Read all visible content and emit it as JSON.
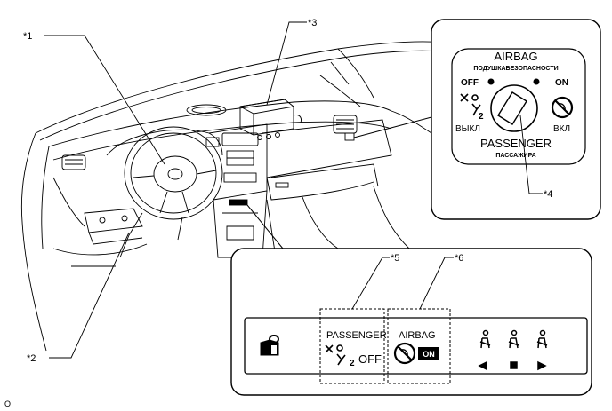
{
  "callouts": {
    "c1": "*1",
    "c2": "*2",
    "c3": "*3",
    "c4": "*4",
    "c5": "*5",
    "c6": "*6"
  },
  "switch_detail": {
    "title": "AIRBAG",
    "subtitle": "ПОДУШКАБЕЗОПАСНОСТИ",
    "off_label": "OFF",
    "on_label": "ON",
    "off_ru": "ВЫКЛ",
    "on_ru": "ВКЛ",
    "passenger": "PASSENGER",
    "passenger_ru": "ПАССАЖИРА",
    "seat_count": "2"
  },
  "indicator_panel": {
    "passenger_label": "PASSENGER",
    "off_label": "OFF",
    "airbag_label": "AIRBAG",
    "on_label": "ON",
    "seat_count": "2"
  },
  "footer_code": "O",
  "colors": {
    "line": "#000000",
    "background": "#ffffff"
  }
}
